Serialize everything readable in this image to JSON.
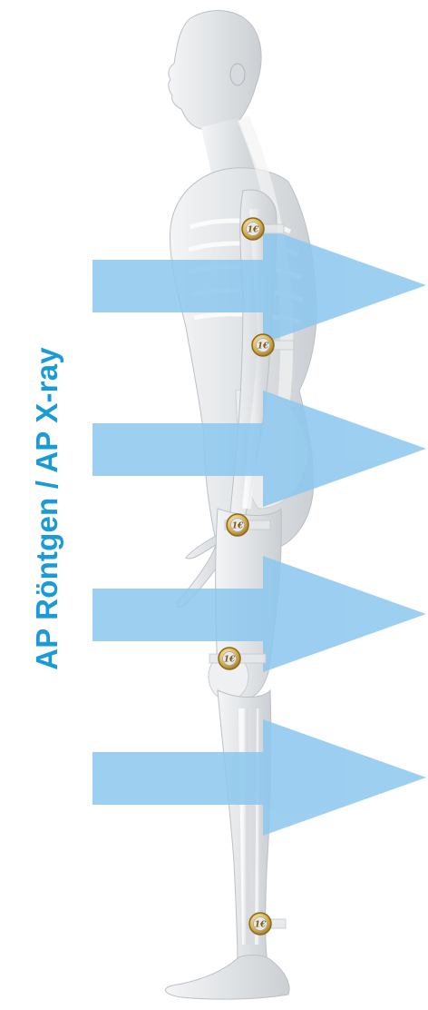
{
  "label": "AP Röntgen / AP X-ray",
  "colors": {
    "beam": "#8ec8ee",
    "label": "#1a9ad6",
    "coin_gold": "#c9a23a",
    "coin_silver": "#d9d9d9",
    "body": "#e6e8ea"
  },
  "coin": {
    "text": "1€",
    "count": 5
  },
  "beams": {
    "count": 4
  }
}
